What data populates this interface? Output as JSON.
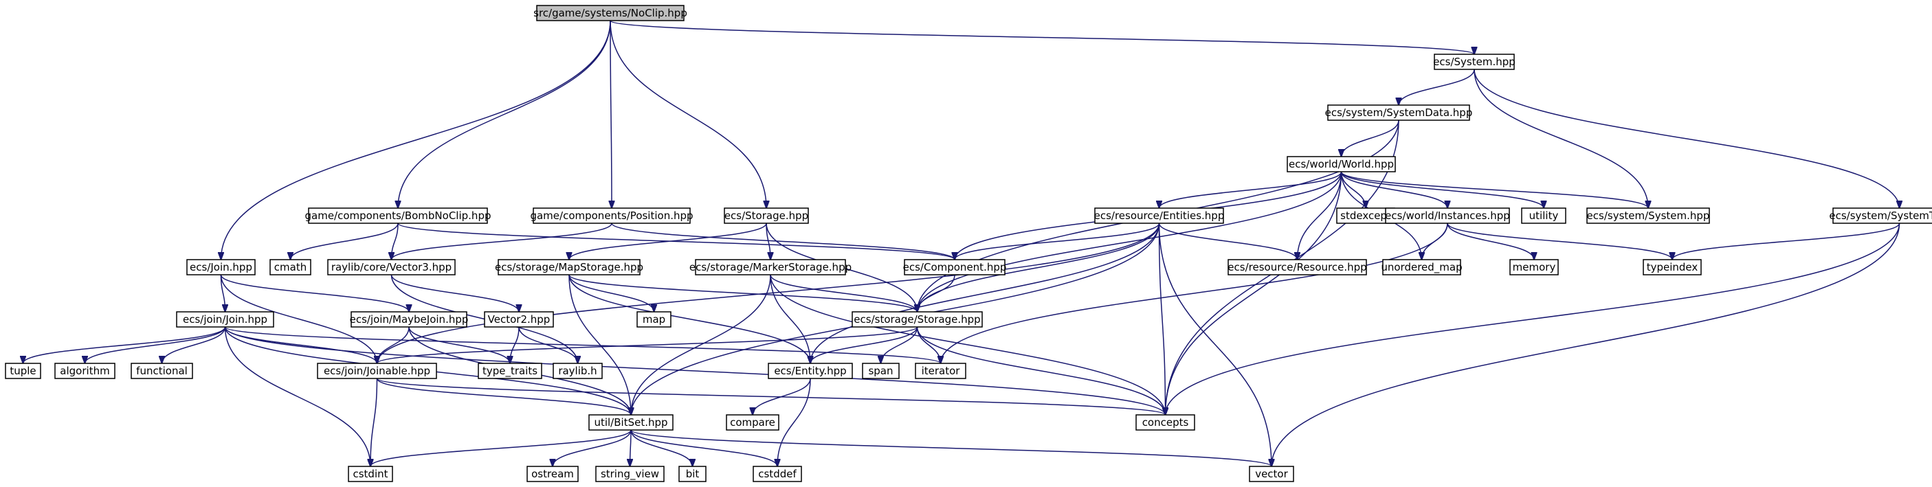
{
  "nodes": [
    {
      "id": "n_root",
      "label": "src/game/systems/NoClip.hpp"
    },
    {
      "id": "n_system",
      "label": "ecs/System.hpp"
    },
    {
      "id": "n_systemdata",
      "label": "ecs/system/SystemData.hpp"
    },
    {
      "id": "n_world",
      "label": "ecs/world/World.hpp"
    },
    {
      "id": "n_bombnoclip",
      "label": "game/components/BombNoClip.hpp"
    },
    {
      "id": "n_position",
      "label": "game/components/Position.hpp"
    },
    {
      "id": "n_storage",
      "label": "ecs/Storage.hpp"
    },
    {
      "id": "n_entities",
      "label": "ecs/resource/Entities.hpp"
    },
    {
      "id": "n_stdexcept",
      "label": "stdexcept"
    },
    {
      "id": "n_instances",
      "label": "ecs/world/Instances.hpp"
    },
    {
      "id": "n_utility",
      "label": "utility"
    },
    {
      "id": "n_syssystem",
      "label": "ecs/system/System.hpp"
    },
    {
      "id": "n_systemtag",
      "label": "ecs/system/SystemTag.hpp"
    },
    {
      "id": "n_join",
      "label": "ecs/Join.hpp"
    },
    {
      "id": "n_cmath",
      "label": "cmath"
    },
    {
      "id": "n_vector3",
      "label": "raylib/core/Vector3.hpp"
    },
    {
      "id": "n_mapstorage",
      "label": "ecs/storage/MapStorage.hpp"
    },
    {
      "id": "n_markerstorage",
      "label": "ecs/storage/MarkerStorage.hpp"
    },
    {
      "id": "n_component",
      "label": "ecs/Component.hpp"
    },
    {
      "id": "n_resource",
      "label": "ecs/resource/Resource.hpp"
    },
    {
      "id": "n_unordered_map",
      "label": "unordered_map"
    },
    {
      "id": "n_memory",
      "label": "memory"
    },
    {
      "id": "n_typeindex",
      "label": "typeindex"
    },
    {
      "id": "n_joinjoin",
      "label": "ecs/join/Join.hpp"
    },
    {
      "id": "n_maybejoin",
      "label": "ecs/join/MaybeJoin.hpp"
    },
    {
      "id": "n_vector2",
      "label": "Vector2.hpp"
    },
    {
      "id": "n_map",
      "label": "map"
    },
    {
      "id": "n_storagestorage",
      "label": "ecs/storage/Storage.hpp"
    },
    {
      "id": "n_tuple",
      "label": "tuple"
    },
    {
      "id": "n_algorithm",
      "label": "algorithm"
    },
    {
      "id": "n_functional",
      "label": "functional"
    },
    {
      "id": "n_joinable",
      "label": "ecs/join/Joinable.hpp"
    },
    {
      "id": "n_type_traits",
      "label": "type_traits"
    },
    {
      "id": "n_raylibh",
      "label": "raylib.h"
    },
    {
      "id": "n_entity",
      "label": "ecs/Entity.hpp"
    },
    {
      "id": "n_span",
      "label": "span"
    },
    {
      "id": "n_iterator",
      "label": "iterator"
    },
    {
      "id": "n_bitset",
      "label": "util/BitSet.hpp"
    },
    {
      "id": "n_concepts",
      "label": "concepts"
    },
    {
      "id": "n_compare",
      "label": "compare"
    },
    {
      "id": "n_cstdint",
      "label": "cstdint"
    },
    {
      "id": "n_ostream",
      "label": "ostream"
    },
    {
      "id": "n_string_view",
      "label": "string_view"
    },
    {
      "id": "n_bit",
      "label": "bit"
    },
    {
      "id": "n_cstddef",
      "label": "cstddef"
    },
    {
      "id": "n_vector",
      "label": "vector"
    }
  ],
  "edges": [
    [
      "n_root",
      "n_system"
    ],
    [
      "n_root",
      "n_join"
    ],
    [
      "n_root",
      "n_bombnoclip"
    ],
    [
      "n_root",
      "n_position"
    ],
    [
      "n_root",
      "n_storage"
    ],
    [
      "n_system",
      "n_systemdata"
    ],
    [
      "n_system",
      "n_syssystem"
    ],
    [
      "n_system",
      "n_systemtag"
    ],
    [
      "n_systemdata",
      "n_world"
    ],
    [
      "n_systemdata",
      "n_storagestorage"
    ],
    [
      "n_systemdata",
      "n_concepts"
    ],
    [
      "n_world",
      "n_entities"
    ],
    [
      "n_world",
      "n_stdexcept"
    ],
    [
      "n_world",
      "n_instances"
    ],
    [
      "n_world",
      "n_utility"
    ],
    [
      "n_world",
      "n_syssystem"
    ],
    [
      "n_world",
      "n_component"
    ],
    [
      "n_world",
      "n_resource"
    ],
    [
      "n_world",
      "n_unordered_map"
    ],
    [
      "n_world",
      "n_storagestorage"
    ],
    [
      "n_world",
      "n_concepts"
    ],
    [
      "n_bombnoclip",
      "n_cmath"
    ],
    [
      "n_bombnoclip",
      "n_vector3"
    ],
    [
      "n_bombnoclip",
      "n_component"
    ],
    [
      "n_position",
      "n_vector3"
    ],
    [
      "n_position",
      "n_component"
    ],
    [
      "n_storage",
      "n_mapstorage"
    ],
    [
      "n_storage",
      "n_markerstorage"
    ],
    [
      "n_storage",
      "n_storagestorage"
    ],
    [
      "n_entities",
      "n_component"
    ],
    [
      "n_entities",
      "n_resource"
    ],
    [
      "n_entities",
      "n_storagestorage"
    ],
    [
      "n_entities",
      "n_entity"
    ],
    [
      "n_entities",
      "n_bitset"
    ],
    [
      "n_entities",
      "n_concepts"
    ],
    [
      "n_entities",
      "n_vector"
    ],
    [
      "n_entities",
      "n_joinable"
    ],
    [
      "n_instances",
      "n_memory"
    ],
    [
      "n_instances",
      "n_typeindex"
    ],
    [
      "n_instances",
      "n_unordered_map"
    ],
    [
      "n_instances",
      "n_iterator"
    ],
    [
      "n_systemtag",
      "n_typeindex"
    ],
    [
      "n_systemtag",
      "n_concepts"
    ],
    [
      "n_systemtag",
      "n_vector"
    ],
    [
      "n_join",
      "n_joinjoin"
    ],
    [
      "n_join",
      "n_maybejoin"
    ],
    [
      "n_join",
      "n_joinable"
    ],
    [
      "n_vector3",
      "n_vector2"
    ],
    [
      "n_vector3",
      "n_raylibh"
    ],
    [
      "n_mapstorage",
      "n_map"
    ],
    [
      "n_mapstorage",
      "n_storagestorage"
    ],
    [
      "n_mapstorage",
      "n_bitset"
    ],
    [
      "n_mapstorage",
      "n_entity"
    ],
    [
      "n_markerstorage",
      "n_storagestorage"
    ],
    [
      "n_markerstorage",
      "n_entity"
    ],
    [
      "n_markerstorage",
      "n_bitset"
    ],
    [
      "n_markerstorage",
      "n_concepts"
    ],
    [
      "n_component",
      "n_storagestorage"
    ],
    [
      "n_joinjoin",
      "n_tuple"
    ],
    [
      "n_joinjoin",
      "n_algorithm"
    ],
    [
      "n_joinjoin",
      "n_functional"
    ],
    [
      "n_joinjoin",
      "n_joinable"
    ],
    [
      "n_joinjoin",
      "n_bitset"
    ],
    [
      "n_joinjoin",
      "n_cstdint"
    ],
    [
      "n_joinjoin",
      "n_iterator"
    ],
    [
      "n_joinjoin",
      "n_concepts"
    ],
    [
      "n_maybejoin",
      "n_joinable"
    ],
    [
      "n_maybejoin",
      "n_type_traits"
    ],
    [
      "n_maybejoin",
      "n_bitset"
    ],
    [
      "n_vector2",
      "n_type_traits"
    ],
    [
      "n_vector2",
      "n_raylibh"
    ],
    [
      "n_storagestorage",
      "n_joinable"
    ],
    [
      "n_storagestorage",
      "n_entity"
    ],
    [
      "n_storagestorage",
      "n_span"
    ],
    [
      "n_storagestorage",
      "n_iterator"
    ],
    [
      "n_storagestorage",
      "n_concepts"
    ],
    [
      "n_joinable",
      "n_bitset"
    ],
    [
      "n_joinable",
      "n_cstdint"
    ],
    [
      "n_joinable",
      "n_concepts"
    ],
    [
      "n_entity",
      "n_compare"
    ],
    [
      "n_entity",
      "n_cstddef"
    ],
    [
      "n_bitset",
      "n_cstdint"
    ],
    [
      "n_bitset",
      "n_ostream"
    ],
    [
      "n_bitset",
      "n_string_view"
    ],
    [
      "n_bitset",
      "n_bit"
    ],
    [
      "n_bitset",
      "n_cstddef"
    ],
    [
      "n_bitset",
      "n_vector"
    ]
  ]
}
